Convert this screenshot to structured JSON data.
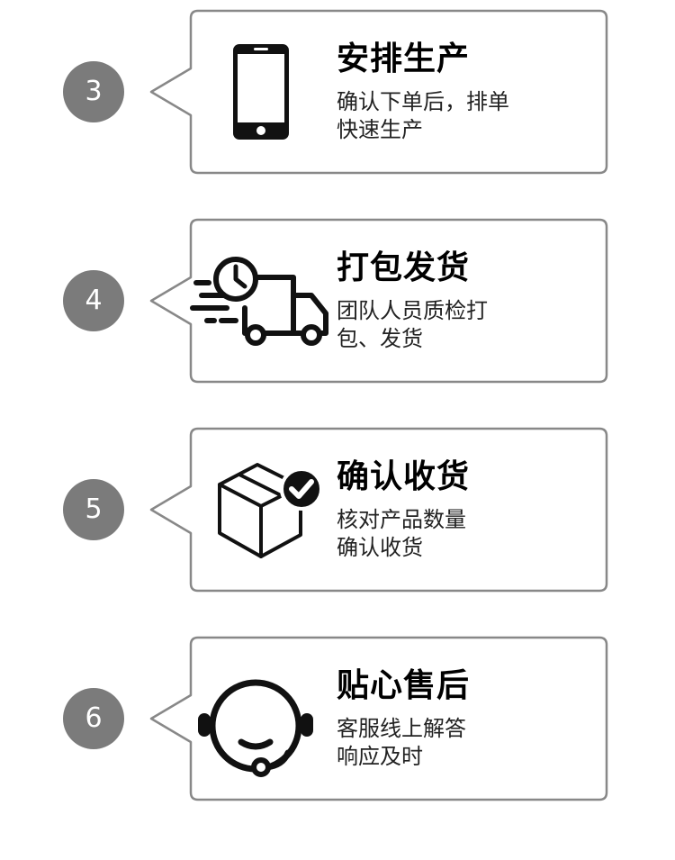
{
  "steps": [
    {
      "number": "3",
      "title": "安排生产",
      "desc_line1": "确认下单后，排单",
      "desc_line2": "快速生产",
      "icon": "smartphone-icon"
    },
    {
      "number": "4",
      "title": "打包发货",
      "desc_line1": "团队人员质检打",
      "desc_line2": "包、发货",
      "icon": "delivery-truck-icon"
    },
    {
      "number": "5",
      "title": "确认收货",
      "desc_line1": "核对产品数量",
      "desc_line2": "确认收货",
      "icon": "package-check-icon"
    },
    {
      "number": "6",
      "title": "贴心售后",
      "desc_line1": "客服线上解答",
      "desc_line2": "响应及时",
      "icon": "headset-icon"
    }
  ],
  "colors": {
    "circle": "#7b7b7b",
    "border": "#888888",
    "icon": "#111111"
  }
}
